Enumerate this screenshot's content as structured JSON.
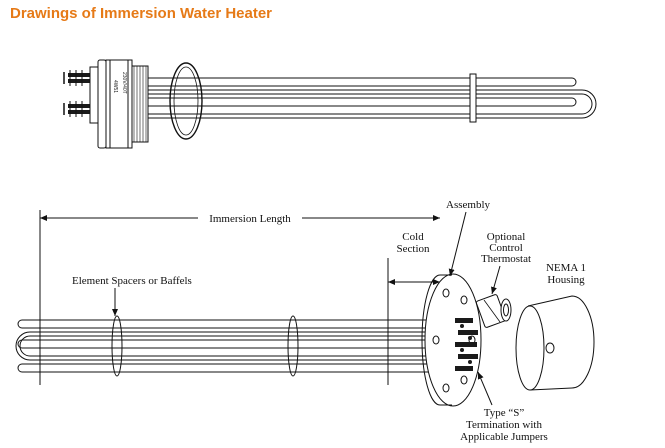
{
  "header": {
    "title": "Drawings of Immersion Water Heater"
  },
  "top_drawing": {
    "stamp_left": "4W51",
    "stamp_right": "230V/40T"
  },
  "bottom_drawing": {
    "labels": {
      "immersion_length": "Immersion Length",
      "cold_line1": "Cold",
      "cold_line2": "Section",
      "assembly": "Assembly",
      "optional_line1": "Optional",
      "optional_line2": "Control",
      "optional_line3": "Thermostat",
      "nema_line1": "NEMA 1",
      "nema_line2": "Housing",
      "spacers": "Element Spacers or Baffels",
      "type_line1": "Type “S”",
      "type_line2": "Termination with",
      "type_line3": "Applicable Jumpers"
    }
  },
  "colors": {
    "title": "#e67a17",
    "line": "#111111"
  }
}
